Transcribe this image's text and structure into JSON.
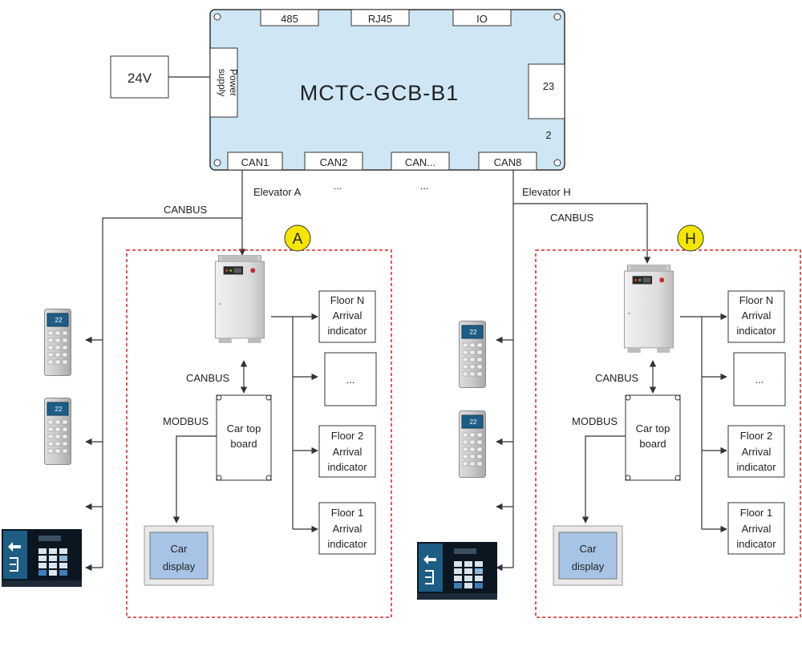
{
  "main_board": {
    "title": "MCTC-GCB-B1",
    "ports_top": [
      "485",
      "RJ45",
      "IO"
    ],
    "ports_bottom": [
      "CAN1",
      "CAN2",
      "CAN...",
      "CAN8"
    ],
    "power_label": [
      "Power",
      "supply"
    ],
    "right_port": "23",
    "right_port_sub": "2"
  },
  "power_source": "24V",
  "ellipsis": "...",
  "elevator_a": {
    "link_label": "Elevator A",
    "bus_label": "CANBUS",
    "badge": "A",
    "canbus_label": "CANBUS",
    "modbus_label": "MODBUS",
    "car_top_board": [
      "Car top",
      "board"
    ],
    "car_display": [
      "Car",
      "display"
    ],
    "indicators": [
      [
        "Floor N",
        "Arrival",
        "indicator"
      ],
      [
        "..."
      ],
      [
        "Floor 2",
        "Arrival",
        "indicator"
      ],
      [
        "Floor 1",
        "Arrival",
        "indicator"
      ]
    ]
  },
  "elevator_h": {
    "link_label": "Elevator H",
    "bus_label": "CANBUS",
    "badge": "H",
    "canbus_label": "CANBUS",
    "modbus_label": "MODBUS",
    "car_top_board": [
      "Car top",
      "board"
    ],
    "car_display": [
      "Car",
      "display"
    ],
    "indicators": [
      [
        "Floor N",
        "Arrival",
        "indicator"
      ],
      [
        "..."
      ],
      [
        "Floor 2",
        "Arrival",
        "indicator"
      ],
      [
        "Floor 1",
        "Arrival",
        "indicator"
      ]
    ]
  },
  "keypad_screen": "22",
  "colors": {
    "board_fill": "#cfe6f5",
    "zone_border": "#e02020",
    "badge_fill": "#f5e600",
    "display_fill": "#a7c4e6",
    "line": "#333333"
  }
}
